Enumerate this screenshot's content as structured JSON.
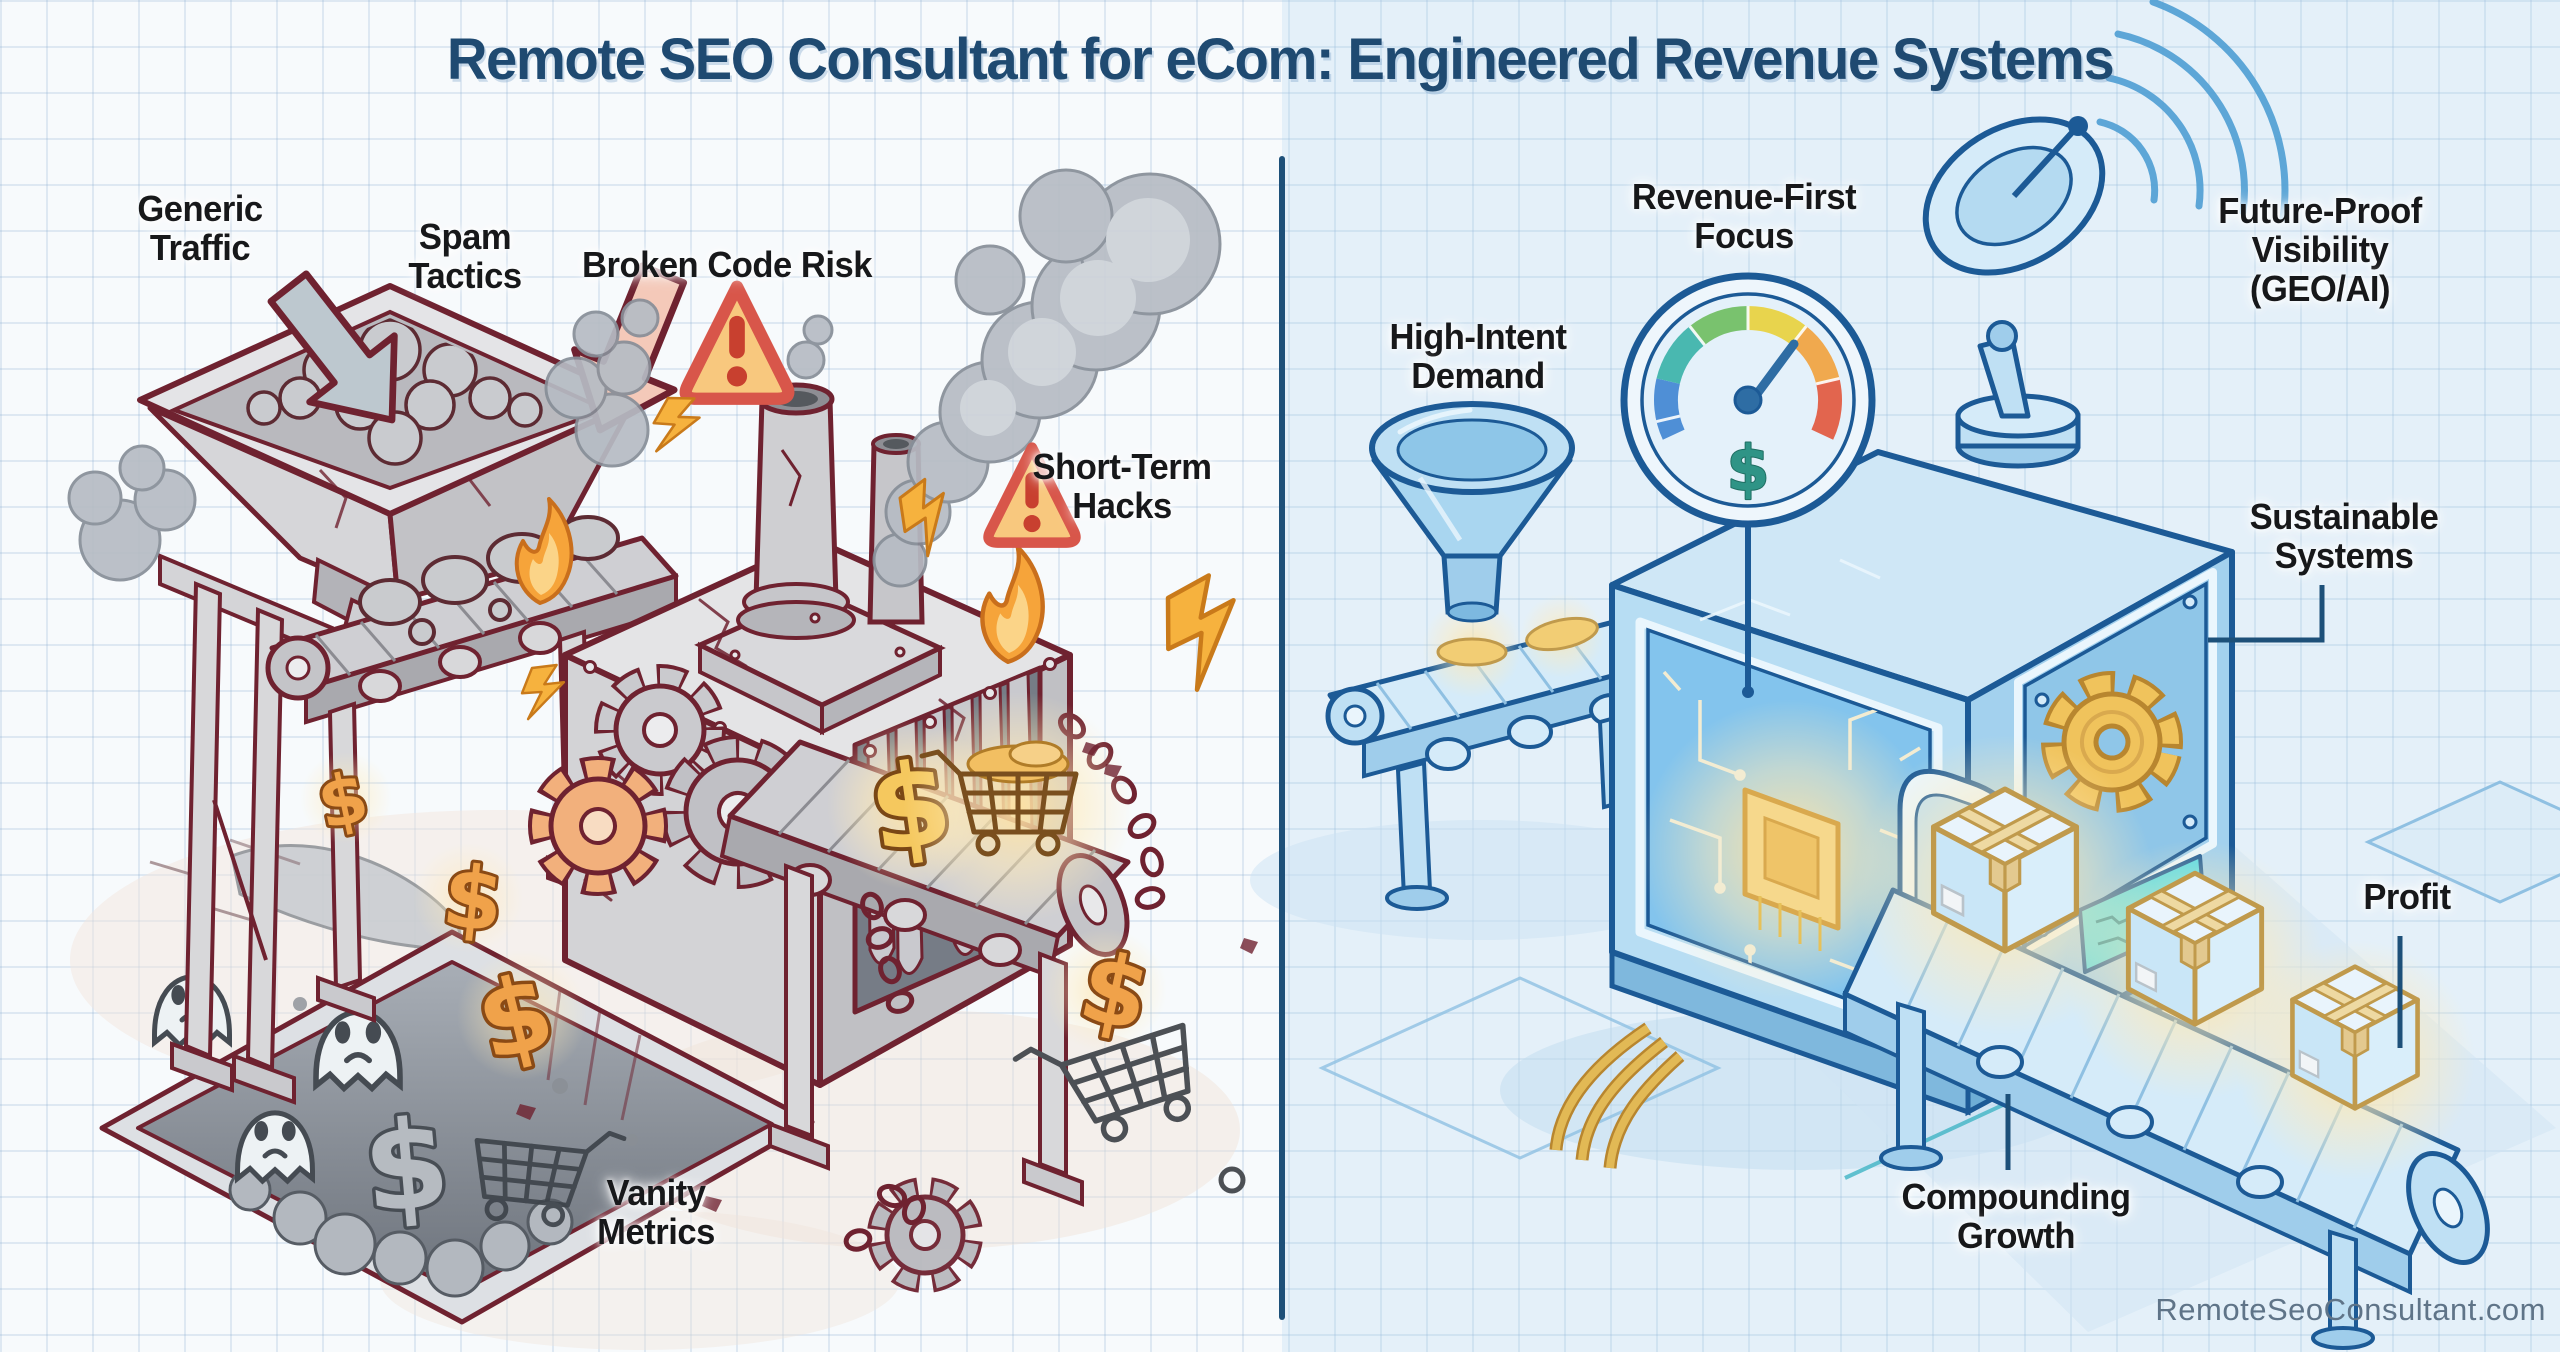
{
  "title": "Remote SEO Consultant for eCom: Engineered Revenue Systems",
  "watermark": "RemoteSeoConsultant.com",
  "icons": {
    "dollar": "$"
  },
  "palette": {
    "title_text": "#1f4a71",
    "label_text": "#17181a",
    "panel_divider": "#1d5079",
    "legacy_outline": "#6f2230",
    "legacy_metal": "#c9c9ce",
    "warning_red": "#d8564a",
    "fire_orange": "#f6a43a",
    "modern_outline": "#1c5a96",
    "modern_glass": "#bfe0f4",
    "revenue_gold": "#e8b84b",
    "gauge_dollar": "#2e8b80",
    "display_cyan": "#54dbe8",
    "watermark_text": "#5f7488"
  },
  "left_panel": {
    "theme": "legacy-seo-breakdown",
    "labels": {
      "generic_traffic": "Generic\nTraffic",
      "spam_tactics": "Spam\nTactics",
      "broken_code_risk": "Broken Code Risk",
      "short_term_hacks": "Short-Term\nHacks",
      "vanity_metrics": "Vanity\nMetrics"
    }
  },
  "right_panel": {
    "theme": "engineered-revenue-system",
    "labels": {
      "high_intent_demand": "High-Intent\nDemand",
      "revenue_first_focus": "Revenue-First\nFocus",
      "future_proof_visibility": "Future-Proof\nVisibility\n(GEO/AI)",
      "sustainable_systems": "Sustainable\nSystems",
      "profit": "Profit",
      "compounding_growth": "Compounding\nGrowth"
    }
  }
}
